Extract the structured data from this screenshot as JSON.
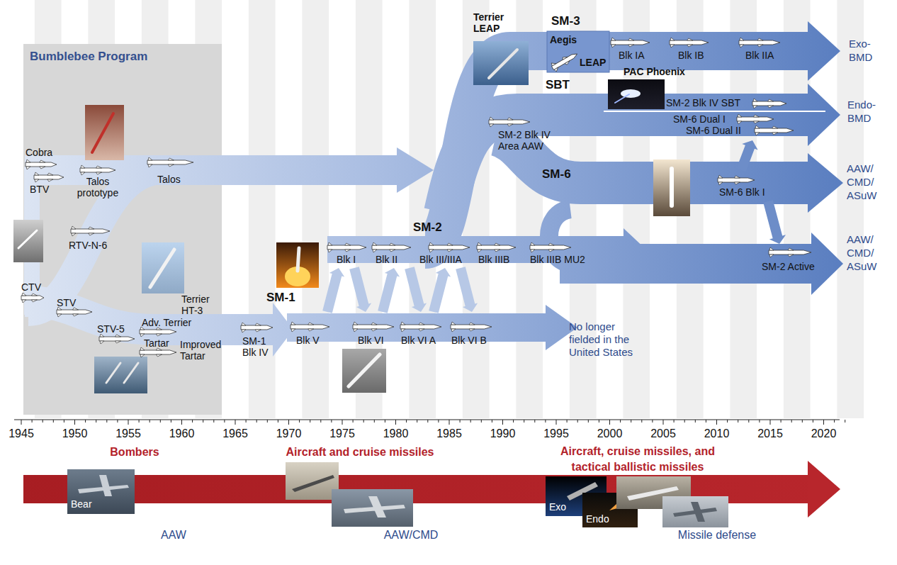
{
  "diagram": {
    "nodes": [
      {
        "text": [
          "Bumblebee Program"
        ]
      }
    ],
    "labels": [
      "Cobra",
      "BTV",
      "Talos prototype",
      "Talos",
      "RTV-N-6",
      "CTV",
      "STV",
      "STV-5",
      "Adv. Terrier",
      "Tartar",
      "Terrier HT-3",
      "Improved Tartar",
      "SM-1 Blk IV",
      "SM-1",
      "Blk V",
      "Blk VI",
      "Blk VI A",
      "Blk VI B",
      "No longer fielded in the United States",
      "SM-2",
      "Blk I",
      "Blk II",
      "Blk III/IIIA",
      "Blk IIIB",
      "Blk IIIB MU2",
      "SM-2 Active",
      "Terrier LEAP",
      "SM-3",
      "Aegis",
      "LEAP",
      "Blk IA",
      "Blk IB",
      "Blk IIA",
      "SBT",
      "PAC Phoenix",
      "SM-2 Blk IV SBT",
      "SM-6 Dual I",
      "SM-6 Dual II",
      "SM-2 Blk IV Area AAW",
      "SM-6",
      "SM-6 Blk I",
      "Exo-BMD",
      "Endo-BMD",
      "AAW/CMD/ASuW",
      "AAW/CMD/ASuW",
      "1945",
      "1950",
      "1955",
      "1960",
      "1965",
      "1970",
      "1975",
      "1980",
      "1985",
      "1990",
      "1995",
      "2000",
      "2005",
      "2010",
      "2015",
      "2020",
      "Bombers",
      "Bear",
      "AAW",
      "Aircraft and cruise missiles",
      "AAW/CMD",
      "Aircraft, cruise missiles, and tactical ballistic missiles",
      "Exo",
      "Endo",
      "Missile defense"
    ]
  }
}
